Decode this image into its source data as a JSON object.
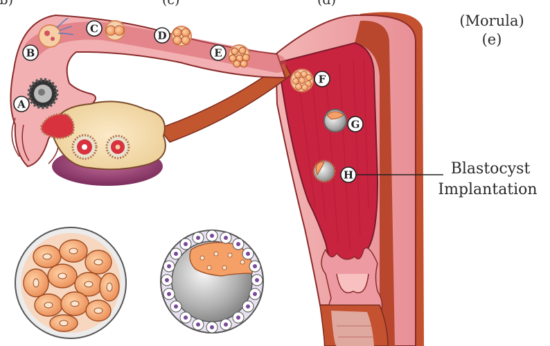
{
  "figure": {
    "top_labels": {
      "left": "(b)",
      "middle": "(c)",
      "right": "(d)"
    },
    "morula_label": "(Morula)",
    "morula_sub": "(e)",
    "blastocyst_label_line1": "Blastocyst",
    "blastocyst_label_line2": "Implantation",
    "stages": [
      "A",
      "B",
      "C",
      "D",
      "E",
      "F",
      "G",
      "H"
    ],
    "colors": {
      "tube": "#f0a8ad",
      "tube_dark": "#d2535d",
      "uterus_muscle": "#c8563a",
      "endometrium": "#c8233f",
      "ovary": "#f6deb1",
      "cell": "#f4a066",
      "blastocoel": "#a9a9a9"
    }
  }
}
